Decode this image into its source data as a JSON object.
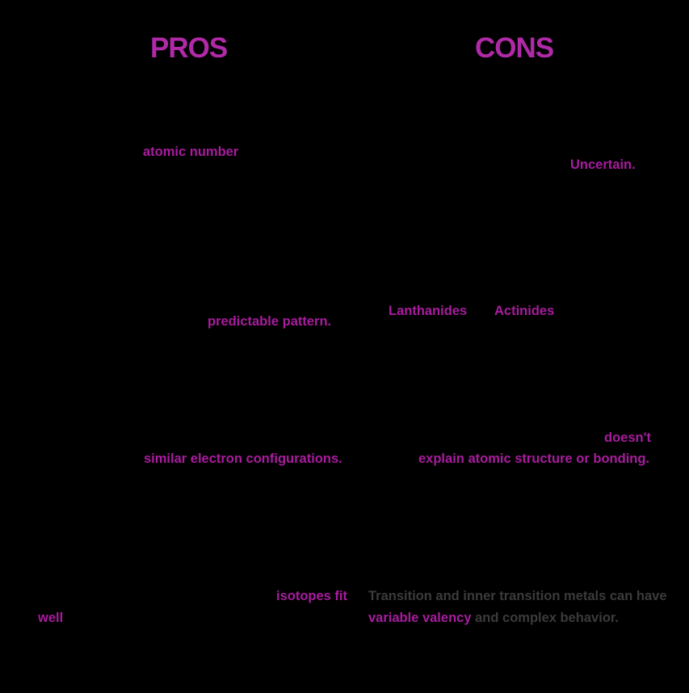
{
  "theme": {
    "background": "#000000",
    "accent_magenta": "#A81C9E",
    "header_magenta": "#B02AA8",
    "muted_gray": "#3B3B3D"
  },
  "headers": {
    "pros": "PROS",
    "cons": "CONS"
  },
  "pros_column": {
    "atomic_number": "atomic number",
    "predictable_pattern": "predictable pattern.",
    "similar_electron": "similar electron configurations.",
    "isotopes_fit": "isotopes fit",
    "well": "well"
  },
  "cons_column": {
    "uncertain": "Uncertain.",
    "lanthanides": "Lanthanides",
    "actinides": "Actinides",
    "doesnt": "doesn't",
    "explain_bonding": "explain atomic structure or bonding.",
    "transition_line1": "Transition and inner transition metals can have",
    "variable_valency": "variable valency",
    "complex_behavior": " and complex behavior."
  }
}
